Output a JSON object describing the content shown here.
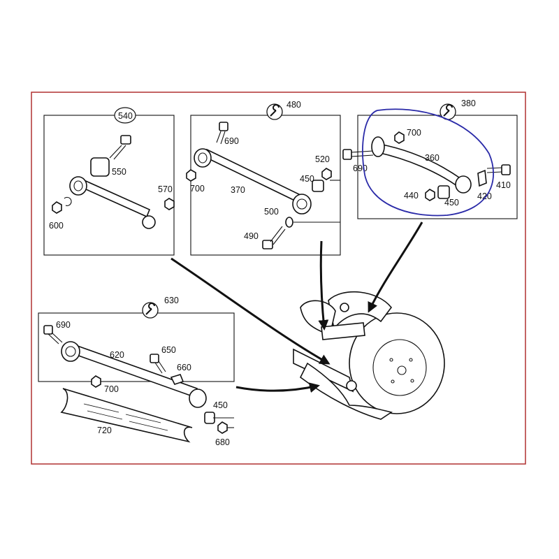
{
  "colors": {
    "frame": "#b03030",
    "highlight": "#2a2aa8",
    "ink": "#111111",
    "background": "#ffffff"
  },
  "icons": [
    "wrench-icon"
  ],
  "groups": {
    "g540": {
      "id": "540",
      "parts": [
        "550",
        "570",
        "600"
      ]
    },
    "g480": {
      "id": "480",
      "parts": [
        "690",
        "700",
        "370",
        "520",
        "450",
        "500",
        "490"
      ]
    },
    "g380": {
      "id": "380",
      "parts": [
        "700",
        "690",
        "360",
        "440",
        "450",
        "420",
        "410"
      ]
    },
    "g630": {
      "id": "630",
      "parts": [
        "690",
        "620",
        "650",
        "660",
        "700",
        "450",
        "680",
        "720"
      ]
    }
  }
}
